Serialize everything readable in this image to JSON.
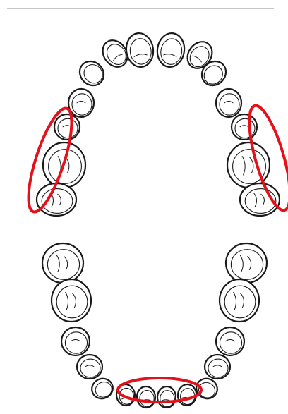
{
  "diagram": {
    "rule_color": "#8c8c8c",
    "tooth_stroke_color": "#1a1a1a",
    "highlight_color": "#e3111a",
    "arches": {
      "upper": {
        "teeth_count": 14
      },
      "lower": {
        "teeth_count": 14
      }
    },
    "highlights": [
      {
        "region": "upper-left-molars"
      },
      {
        "region": "upper-right-molars"
      },
      {
        "region": "lower-incisors"
      }
    ]
  }
}
